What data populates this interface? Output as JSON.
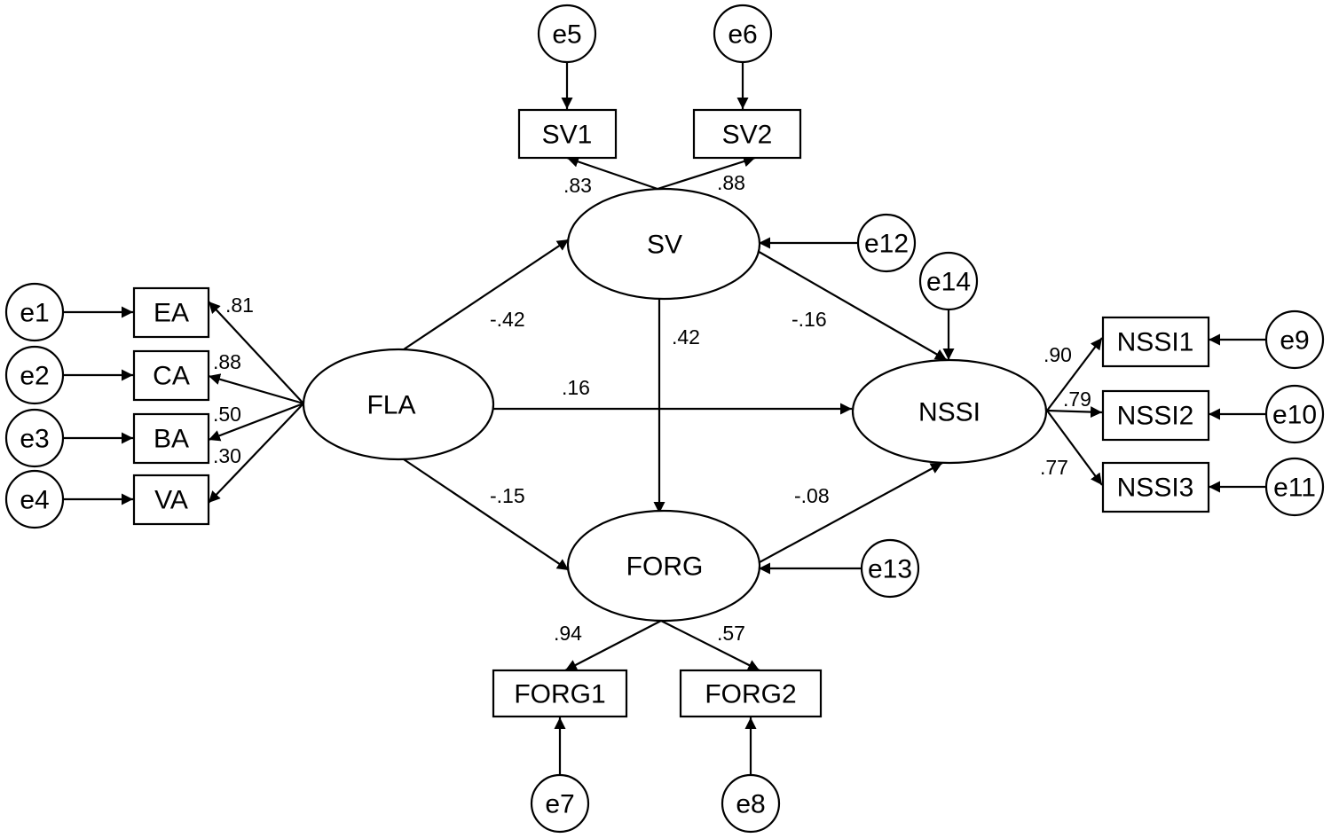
{
  "colors": {
    "line": "#000000",
    "background": "#ffffff"
  },
  "nodes": {
    "FLA": "FLA",
    "SV": "SV",
    "FORG": "FORG",
    "NSSI": "NSSI",
    "EA": "EA",
    "CA": "CA",
    "BA": "BA",
    "VA": "VA",
    "SV1": "SV1",
    "SV2": "SV2",
    "FORG1": "FORG1",
    "FORG2": "FORG2",
    "NSSI1": "NSSI1",
    "NSSI2": "NSSI2",
    "NSSI3": "NSSI3",
    "e1": "e1",
    "e2": "e2",
    "e3": "e3",
    "e4": "e4",
    "e5": "e5",
    "e6": "e6",
    "e7": "e7",
    "e8": "e8",
    "e9": "e9",
    "e10": "e10",
    "e11": "e11",
    "e12": "e12",
    "e13": "e13",
    "e14": "e14"
  },
  "coefficients": {
    "fla_ea": ".81",
    "fla_ca": ".88",
    "fla_ba": ".50",
    "fla_va": ".30",
    "sv_sv1": ".83",
    "sv_sv2": ".88",
    "forg_forg1": ".94",
    "forg_forg2": ".57",
    "nssi_nssi1": ".90",
    "nssi_nssi2": ".79",
    "nssi_nssi3": ".77",
    "fla_sv": "-.42",
    "fla_forg": "-.15",
    "fla_nssi": ".16",
    "sv_forg": ".42",
    "sv_nssi": "-.16",
    "forg_nssi": "-.08"
  }
}
